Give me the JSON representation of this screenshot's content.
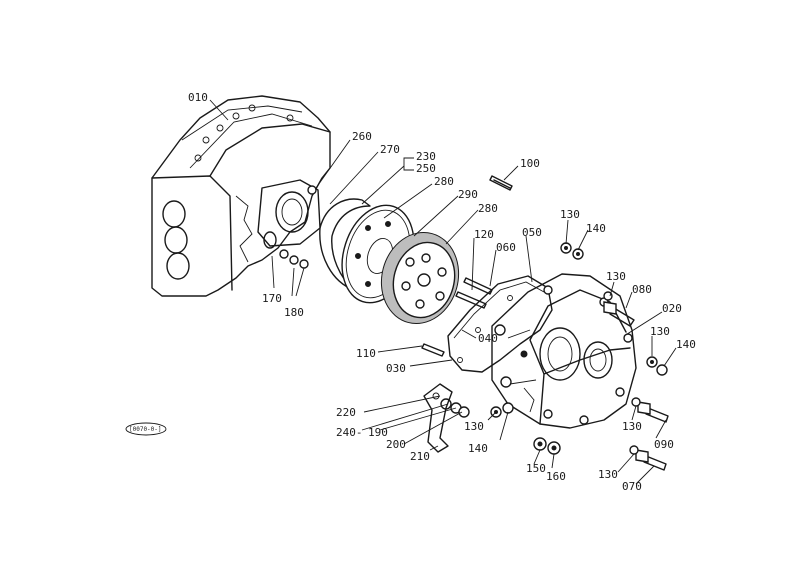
{
  "labels": {
    "p010": "010",
    "p260": "260",
    "p270": "270",
    "p230": "230",
    "p250": "250",
    "p280a": "280",
    "p290": "290",
    "p280b": "280",
    "p100": "100",
    "p050": "050",
    "p060": "060",
    "p120": "120",
    "p130a": "130",
    "p140a": "140",
    "p130b": "130",
    "p080": "080",
    "p020": "020",
    "p130c": "130",
    "p140b": "140",
    "p170": "170",
    "p180": "180",
    "p110": "110",
    "p040": "040",
    "p030": "030",
    "p220": "220",
    "p240": "240-",
    "p190": "190",
    "p200": "200",
    "p210": "210",
    "p130d": "130",
    "p140c": "140",
    "p150": "150",
    "p160": "160",
    "p130e": "130",
    "p090": "090",
    "p130f": "130",
    "p070": "070"
  },
  "stamp": "[0070-0-]"
}
